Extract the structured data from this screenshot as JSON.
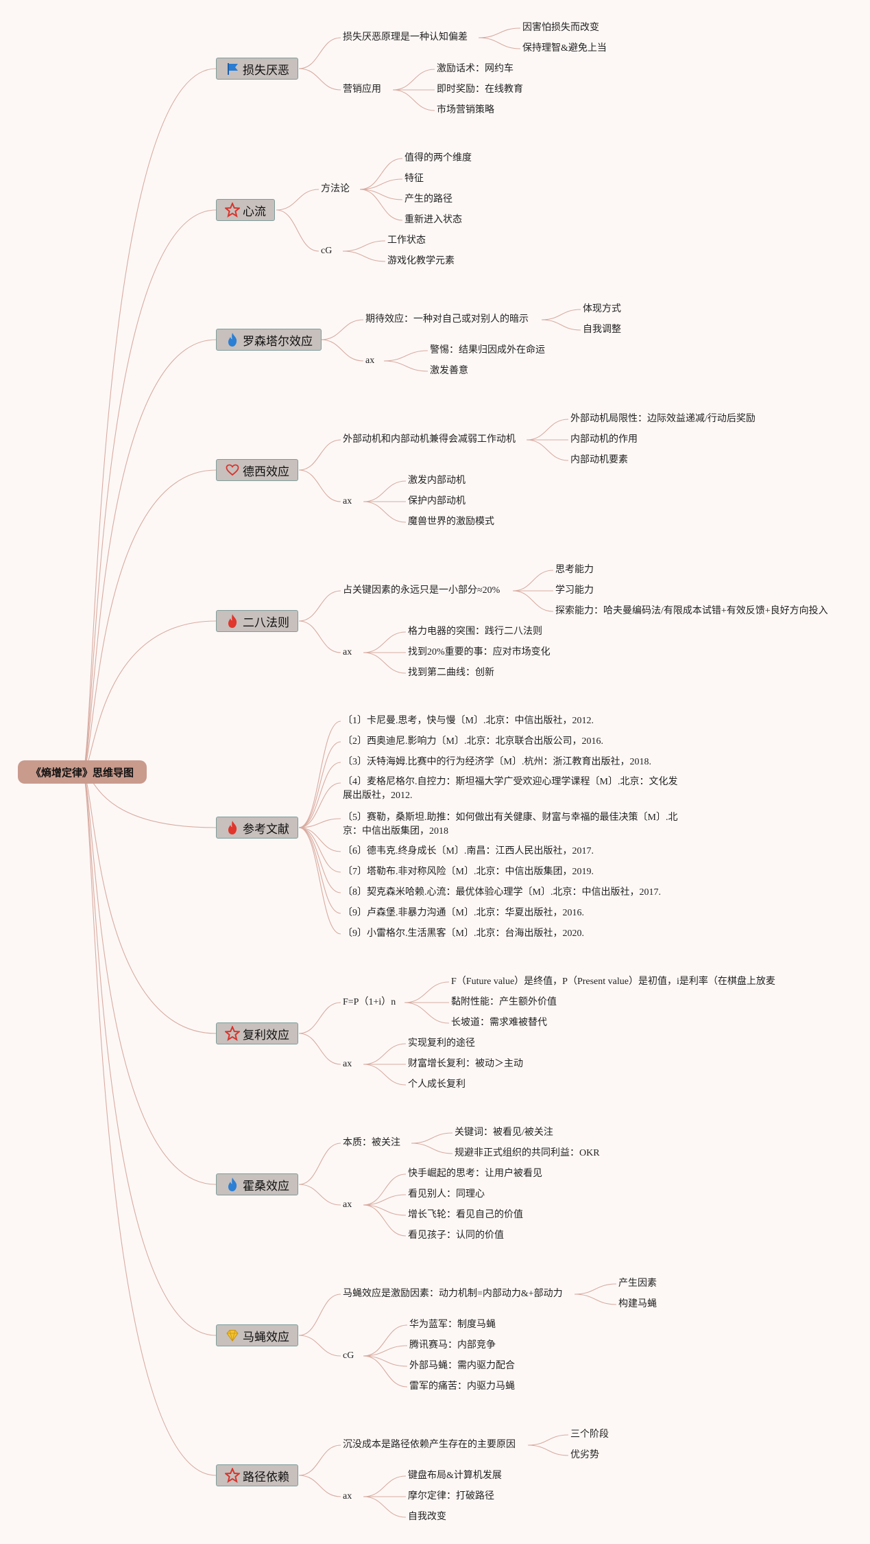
{
  "root": "《熵增定律》思维导图",
  "topics": {
    "t1": {
      "label": "损失厌恶",
      "icon": "blue-flag-icon"
    },
    "t2": {
      "label": "心流",
      "icon": "red-star-icon"
    },
    "t3": {
      "label": "罗森塔尔效应",
      "icon": "blue-flame-icon"
    },
    "t4": {
      "label": "德西效应",
      "icon": "red-heart-icon"
    },
    "t5": {
      "label": "二八法则",
      "icon": "red-flame-icon"
    },
    "t6": {
      "label": "参考文献",
      "icon": "red-flame-icon"
    },
    "t7": {
      "label": "复利效应",
      "icon": "red-star-icon"
    },
    "t8": {
      "label": "霍桑效应",
      "icon": "blue-flame-icon"
    },
    "t9": {
      "label": "马蝇效应",
      "icon": "yellow-gem-icon"
    },
    "t10": {
      "label": "路径依赖",
      "icon": "red-star-icon"
    }
  },
  "nodes": {
    "n1": "损失厌恶原理是一种认知偏差",
    "n1a": "因害怕损失而改变",
    "n1b": "保持理智&避免上当",
    "n2": "营销应用",
    "n2a": "激励话术：网约车",
    "n2b": "即时奖励：在线教育",
    "n2c": "市场营销策略",
    "n3": "方法论",
    "n3a": "值得的两个维度",
    "n3b": "特征",
    "n3c": "产生的路径",
    "n3d": "重新进入状态",
    "n4": "cG",
    "n4a": "工作状态",
    "n4b": "游戏化教学元素",
    "n5": "期待效应：一种对自己或对别人的暗示",
    "n5a": "体现方式",
    "n5b": "自我调整",
    "n6": "ax",
    "n6a": "警惕：结果归因成外在命运",
    "n6b": "激发善意",
    "n7": "外部动机和内部动机兼得会减弱工作动机",
    "n7a": "外部动机局限性：边际效益递减/行动后奖励",
    "n7b": "内部动机的作用",
    "n7c": "内部动机要素",
    "n8": "ax",
    "n8a": "激发内部动机",
    "n8b": "保护内部动机",
    "n8c": "魔兽世界的激励模式",
    "n9": "占关键因素的永远只是一小部分≈20%",
    "n9a": "思考能力",
    "n9b": "学习能力",
    "n9c": "探索能力：哈夫曼编码法/有限成本试错+有效反馈+良好方向投入",
    "n10": "ax",
    "n10a": "格力电器的突围：践行二八法则",
    "n10b": "找到20%重要的事：应对市场变化",
    "n10c": "找到第二曲线：创新",
    "r1": "〔1〕卡尼曼.思考，快与慢〔M〕.北京：中信出版社，2012.",
    "r2": "〔2〕西奥迪尼.影响力〔M〕.北京：北京联合出版公司，2016.",
    "r3": "〔3〕沃特海姆.比赛中的行为经济学〔M〕.杭州：浙江教育出版社，2018.",
    "r4": "〔4〕麦格尼格尔.自控力：斯坦福大学广受欢迎心理学课程〔M〕.北京：文化发展出版社，2012.",
    "r5": "〔5〕赛勒，桑斯坦.助推：如何做出有关健康、财富与幸福的最佳决策〔M〕.北京：中信出版集团，2018",
    "r6": "〔6〕德韦克.终身成长〔M〕.南昌：江西人民出版社，2017.",
    "r7": "〔7〕塔勒布.非对称风险〔M〕.北京：中信出版集团，2019.",
    "r8": "〔8〕契克森米哈赖.心流：最优体验心理学〔M〕.北京：中信出版社，2017.",
    "r9": "〔9〕卢森堡.非暴力沟通〔M〕.北京：华夏出版社，2016.",
    "r10": "〔9〕小雷格尔.生活黑客〔M〕.北京：台海出版社，2020.",
    "n11": "F=P（1+i）n",
    "n11a": "F（Future value）是终值，P（Present value）是初值，i是利率（在棋盘上放麦",
    "n11b": "黏附性能：产生额外价值",
    "n11c": "长坡道：需求难被替代",
    "n12": "ax",
    "n12a": "实现复利的途径",
    "n12b": "财富增长复利：被动＞主动",
    "n12c": "个人成长复利",
    "n13": "本质：被关注",
    "n13a": "关键词：被看见/被关注",
    "n13b": "规避非正式组织的共同利益：OKR",
    "n14": "ax",
    "n14a": "快手崛起的思考：让用户被看见",
    "n14b": "看见别人：同理心",
    "n14c": "增长飞轮：看见自己的价值",
    "n14d": "看见孩子：认同的价值",
    "n15": "马蝇效应是激励因素：动力机制=内部动力&+部动力",
    "n15a": "产生因素",
    "n15b": "构建马蝇",
    "n16": "cG",
    "n16a": "华为蓝军：制度马蝇",
    "n16b": "腾讯赛马：内部竞争",
    "n16c": "外部马蝇：需内驱力配合",
    "n16d": "雷军的痛苦：内驱力马蝇",
    "n17": "沉没成本是路径依赖产生存在的主要原因",
    "n17a": "三个阶段",
    "n17b": "优劣势",
    "n18": "ax",
    "n18a": "键盘布局&计算机发展",
    "n18b": "摩尔定律：打破路径",
    "n18c": "自我改变"
  },
  "colors": {
    "link": "#d8aba0",
    "root": "#c99b8d",
    "topic": "#c7c0bd",
    "topic_border": "#7e9c9a"
  }
}
